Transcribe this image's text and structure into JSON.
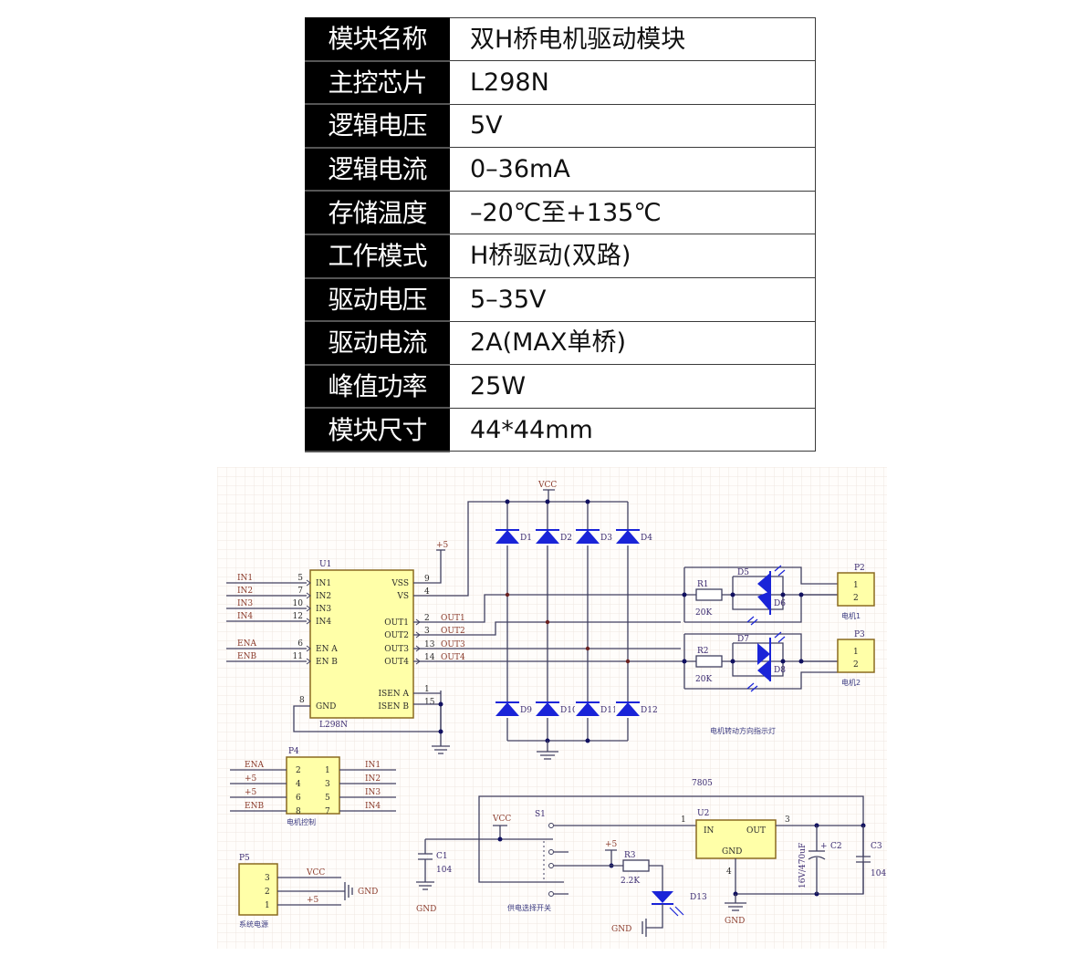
{
  "spec_table": {
    "rows": [
      {
        "key": "模块名称",
        "value": "双H桥电机驱动模块"
      },
      {
        "key": "主控芯片",
        "value": "L298N"
      },
      {
        "key": "逻辑电压",
        "value": "5V"
      },
      {
        "key": "逻辑电流",
        "value": "0–36mA"
      },
      {
        "key": "存储温度",
        "value": "–20℃至+135℃"
      },
      {
        "key": "工作模式",
        "value": "H桥驱动(双路)"
      },
      {
        "key": "驱动电压",
        "value": "5–35V"
      },
      {
        "key": "驱动电流",
        "value": "2A(MAX单桥)"
      },
      {
        "key": "峰值功率",
        "value": "25W"
      },
      {
        "key": "模块尺寸",
        "value": "44*44mm"
      }
    ]
  },
  "schematic": {
    "colors": {
      "grid": "#efe6e0",
      "wire": "#404060",
      "diode": "#1a24d8",
      "chip": "#ffffa8"
    },
    "vcc_top": "VCC",
    "plus5_top": "+5",
    "u1": {
      "ref": "U1",
      "part": "L298N",
      "left_pins": [
        {
          "net": "IN1",
          "num": "5",
          "name": "IN1"
        },
        {
          "net": "IN2",
          "num": "7",
          "name": "IN2"
        },
        {
          "net": "IN3",
          "num": "10",
          "name": "IN3"
        },
        {
          "net": "IN4",
          "num": "12",
          "name": "IN4"
        },
        {
          "net": "ENA",
          "num": "6",
          "name": "EN A"
        },
        {
          "net": "ENB",
          "num": "11",
          "name": "EN B"
        },
        {
          "num": "8",
          "name": "GND"
        }
      ],
      "right_pins": [
        {
          "num": "9",
          "name": "VSS"
        },
        {
          "num": "4",
          "name": "VS"
        },
        {
          "num": "2",
          "name": "OUT1",
          "net": "OUT1"
        },
        {
          "num": "3",
          "name": "OUT2",
          "net": "OUT2"
        },
        {
          "num": "13",
          "name": "OUT3",
          "net": "OUT3"
        },
        {
          "num": "14",
          "name": "OUT4",
          "net": "OUT4"
        },
        {
          "num": "1",
          "name": "ISEN A"
        },
        {
          "num": "15",
          "name": "ISEN B"
        }
      ]
    },
    "diodes_top": [
      "D1",
      "D2",
      "D3",
      "D4"
    ],
    "diodes_bottom": [
      "D9",
      "D10",
      "D11",
      "D12"
    ],
    "motor1": {
      "resistor": "R1",
      "value": "20K",
      "led_a": "D5",
      "led_b": "D6",
      "connector": "P2",
      "pins": [
        "1",
        "2"
      ],
      "caption": "电机1"
    },
    "motor2": {
      "resistor": "R2",
      "value": "20K",
      "led_a": "D7",
      "led_b": "D8",
      "connector": "P3",
      "pins": [
        "1",
        "2"
      ],
      "caption": "电机2"
    },
    "indicator_caption": "电机转动方向指示灯",
    "p4": {
      "ref": "P4",
      "caption": "电机控制",
      "left": [
        {
          "net": "ENA",
          "num": "2"
        },
        {
          "net": "+5",
          "num": "4"
        },
        {
          "net": "+5",
          "num": "6"
        },
        {
          "net": "ENB",
          "num": "8"
        }
      ],
      "right": [
        {
          "net": "IN1",
          "num": "1"
        },
        {
          "net": "IN2",
          "num": "3"
        },
        {
          "net": "IN3",
          "num": "5"
        },
        {
          "net": "IN4",
          "num": "7"
        }
      ]
    },
    "p5": {
      "ref": "P5",
      "caption": "系统电源",
      "pins": [
        {
          "num": "3",
          "net": "VCC"
        },
        {
          "num": "2",
          "net": "GND"
        },
        {
          "num": "1",
          "net": "+5"
        }
      ]
    },
    "c1": {
      "ref": "C1",
      "value": "104",
      "gnd": "GND"
    },
    "s1": {
      "ref": "S1",
      "vcc": "VCC",
      "caption": "供电选择开关"
    },
    "r3": {
      "ref": "R3",
      "value": "2.2K",
      "plus5": "+5"
    },
    "d13": {
      "ref": "D13",
      "gnd": "GND"
    },
    "u2": {
      "ref": "U2",
      "part": "7805",
      "in": "IN",
      "out": "OUT",
      "gnd": "GND",
      "pin_in": "1",
      "pin_out": "3",
      "pin_gnd": "4",
      "gnd_label": "GND"
    },
    "c2": {
      "ref": "C2",
      "value": "16V/470uF",
      "plus": "+"
    },
    "c3": {
      "ref": "C3",
      "value": "104"
    }
  }
}
